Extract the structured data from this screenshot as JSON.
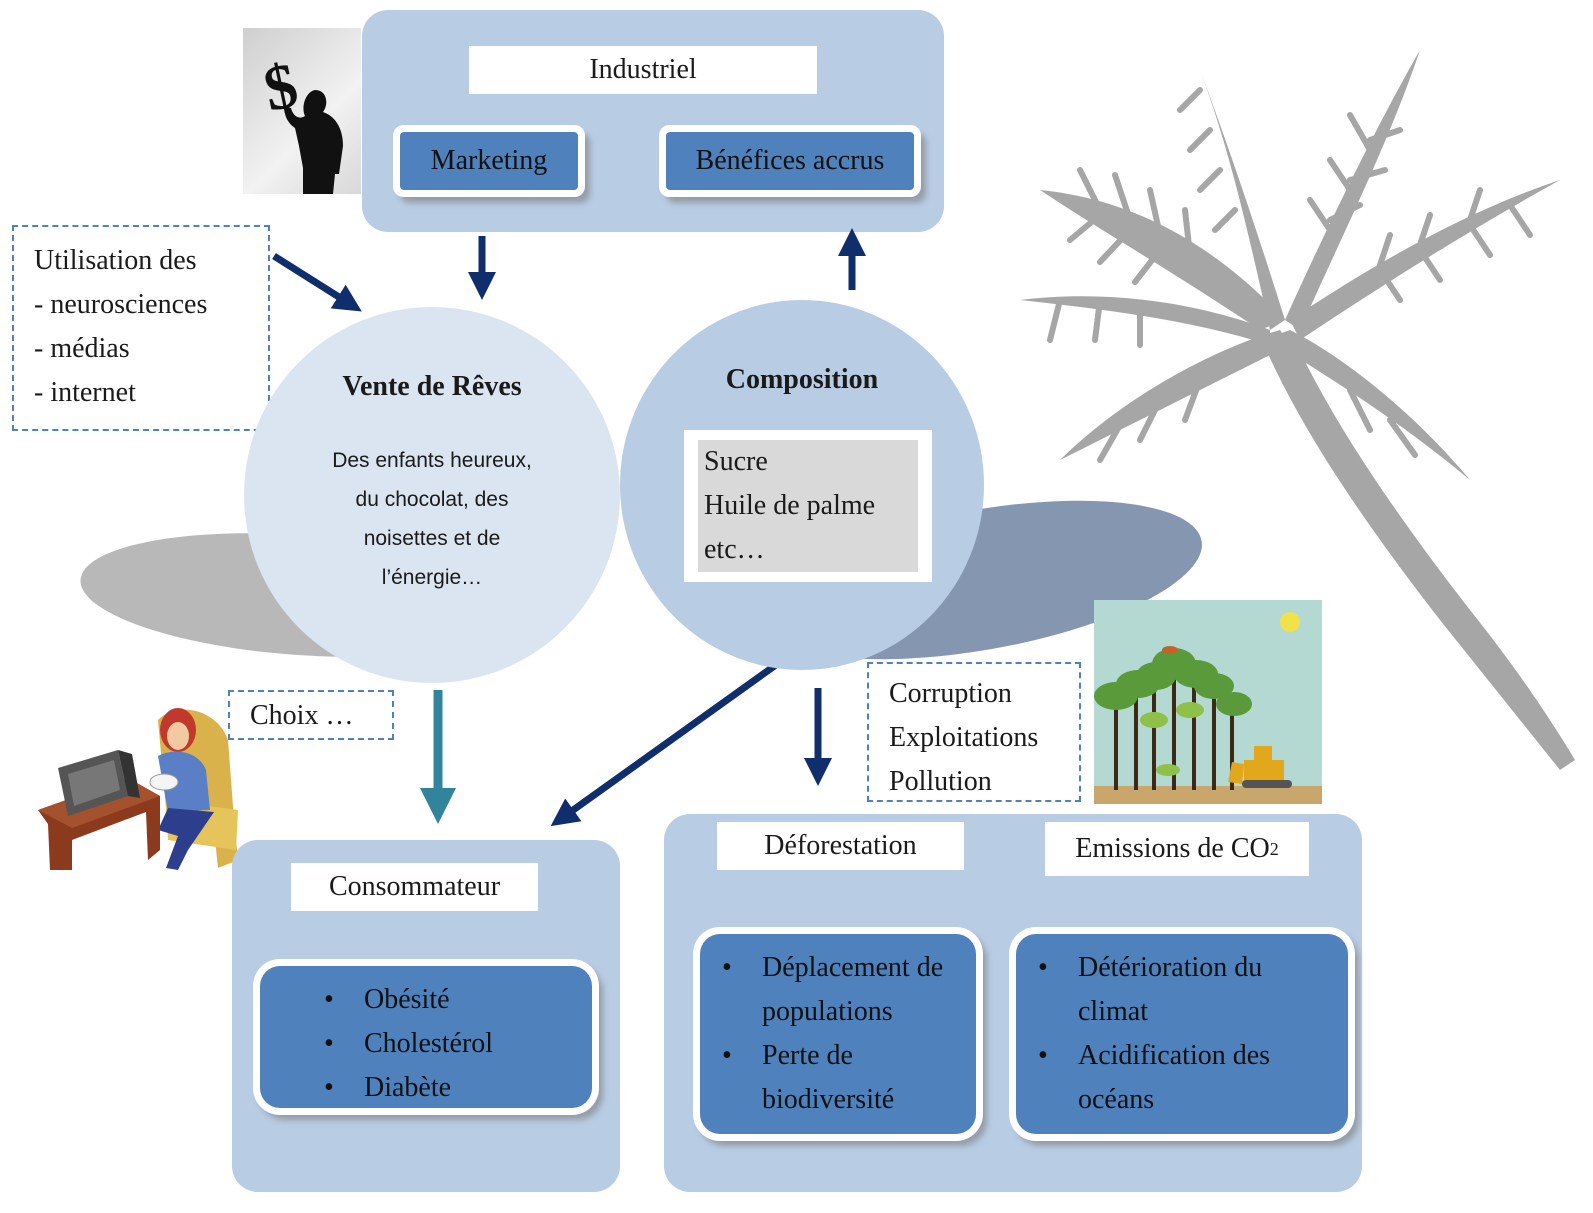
{
  "industrial": {
    "title": "Industriel",
    "marketing": "Marketing",
    "benefits": "Bénéfices accrus"
  },
  "tools_note": {
    "lines": [
      "Utilisation des",
      "- neurosciences",
      "- médias",
      "- internet"
    ]
  },
  "dream_circle": {
    "title": "Vente de Rêves",
    "lines": [
      "Des enfants heureux,",
      "du chocolat, des",
      "noisettes et de",
      "l’énergie…"
    ]
  },
  "composition_circle": {
    "title": "Composition",
    "lines": [
      "Sucre",
      "Huile de palme",
      "etc…"
    ]
  },
  "choice_note": {
    "text": "Choix …"
  },
  "impacts_note": {
    "lines": [
      "Corruption",
      "Exploitations",
      "Pollution"
    ]
  },
  "consumer": {
    "title": "Consommateur",
    "items": [
      "Obésité",
      "Cholestérol",
      "Diabète"
    ]
  },
  "environment": {
    "deforestation": "Déforestation",
    "emissions": "Emissions de CO",
    "emissions_subscript": "2",
    "deforestation_items": [
      "Déplacement de populations",
      "Perte de biodiversité"
    ],
    "emissions_items": [
      "Détérioration du climat",
      "Acidification des océans"
    ]
  },
  "colors": {
    "panel": "#b8cce4",
    "box_blue": "#4f81bd",
    "arrow_dark": "#0f2e6b",
    "arrow_teal": "#31849b",
    "palm_gray": "#a6a6a6"
  },
  "icons": [
    "businessman-dollar-icon",
    "woman-watching-tv-icon",
    "deforestation-bulldozer-icon",
    "palm-tree-icon"
  ]
}
